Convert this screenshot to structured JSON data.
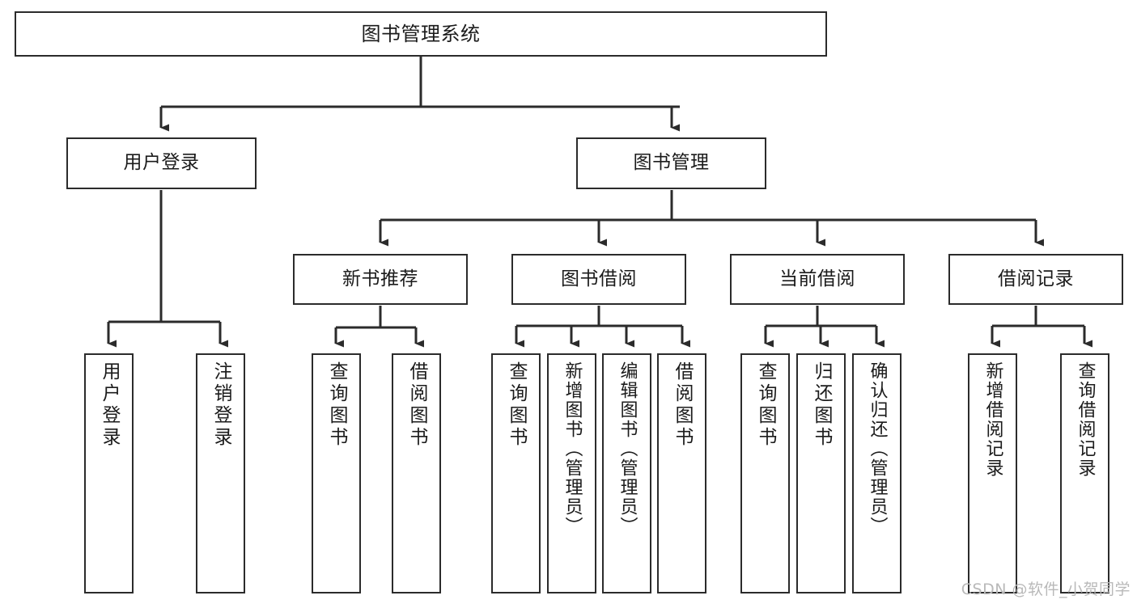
{
  "diagram": {
    "type": "tree-hierarchy-chart",
    "title": "图书管理系统",
    "line_color": "#2b2b2b",
    "box_fill": "#ffffff",
    "text_color": "#1b1b1b",
    "watermark": "CSDN @软件_小贺同学",
    "levels": {
      "root": {
        "label": "图书管理系统"
      },
      "level2": [
        {
          "id": "user-login",
          "label": "用户登录"
        },
        {
          "id": "book-manage",
          "label": "图书管理"
        }
      ],
      "level3": [
        {
          "id": "new-book-recommend",
          "label": "新书推荐"
        },
        {
          "id": "book-borrow",
          "label": "图书借阅"
        },
        {
          "id": "current-borrow",
          "label": "当前借阅"
        },
        {
          "id": "borrow-record",
          "label": "借阅记录"
        }
      ],
      "leaves": {
        "user_login": [
          {
            "id": "leaf-user-login",
            "label": "用户登录"
          },
          {
            "id": "leaf-logout",
            "label": "注销登录"
          }
        ],
        "new_book_recommend": [
          {
            "id": "leaf-query-book-1",
            "label": "查询图书"
          },
          {
            "id": "leaf-borrow-book-1",
            "label": "借阅图书"
          }
        ],
        "book_borrow": [
          {
            "id": "leaf-query-book-2",
            "label": "查询图书"
          },
          {
            "id": "leaf-add-book",
            "label": "新增图书（管理员）"
          },
          {
            "id": "leaf-edit-book",
            "label": "编辑图书（管理员）"
          },
          {
            "id": "leaf-borrow-book-2",
            "label": "借阅图书"
          }
        ],
        "current_borrow": [
          {
            "id": "leaf-query-book-3",
            "label": "查询图书"
          },
          {
            "id": "leaf-return-book",
            "label": "归还图书"
          },
          {
            "id": "leaf-confirm-return",
            "label": "确认归还（管理员）"
          }
        ],
        "borrow_record": [
          {
            "id": "leaf-add-record",
            "label": "新增借阅记录"
          },
          {
            "id": "leaf-query-record",
            "label": "查询借阅记录"
          }
        ]
      }
    }
  }
}
